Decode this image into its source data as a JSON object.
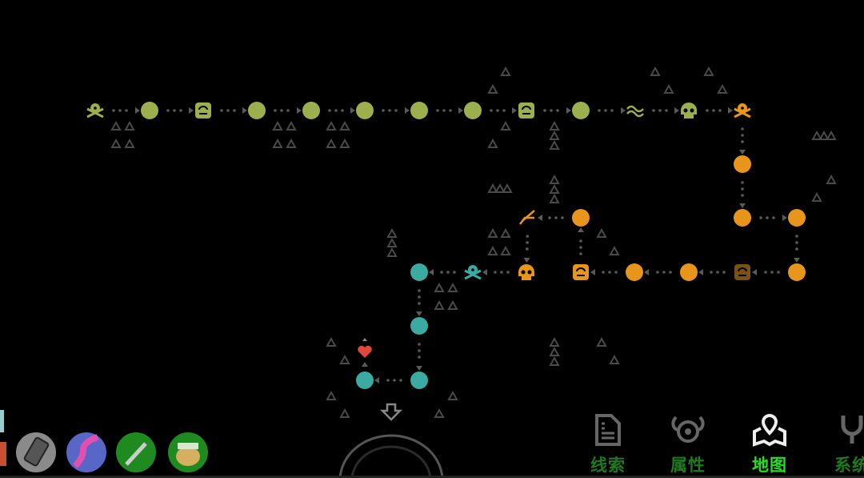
{
  "colors": {
    "green": "#9bb04c",
    "orange": "#e8951c",
    "dim_orange": "#7a5218",
    "teal": "#3aaaa2",
    "heart": "#e0483c",
    "path": "#5a5a5a",
    "triangle": "#4a4a4a"
  },
  "map": {
    "node_icons": [
      "skull-crossbones",
      "circle",
      "chest",
      "circle",
      "circle",
      "circle",
      "circle",
      "circle",
      "chest",
      "circle",
      "wave",
      "skull",
      "skull-crossbones",
      "circle",
      "circle",
      "circle",
      "circle",
      "chest",
      "circle",
      "circle",
      "chest",
      "circle",
      "skull",
      "sword",
      "skull-crossbones",
      "circle",
      "circle",
      "circle",
      "circle",
      "heart"
    ]
  },
  "items": [
    {
      "name": "grater",
      "color": "#8a8a8a"
    },
    {
      "name": "feather",
      "color": "#5866c8"
    },
    {
      "name": "dagger",
      "color": "#1f8a1f"
    },
    {
      "name": "cow-mask",
      "color": "#1f8a1f"
    }
  ],
  "tabs": [
    {
      "label": "线索",
      "icon": "document-icon",
      "active": false
    },
    {
      "label": "属性",
      "icon": "attributes-icon",
      "active": false
    },
    {
      "label": "地图",
      "icon": "map-pin-icon",
      "active": true
    },
    {
      "label": "系统",
      "icon": "wrench-icon",
      "active": false
    }
  ]
}
